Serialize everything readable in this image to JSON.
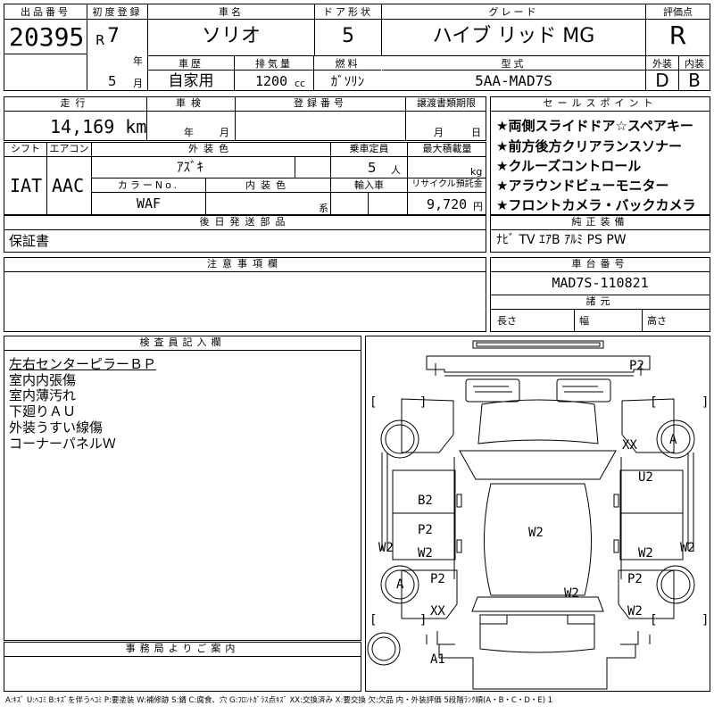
{
  "header": {
    "lot_label": "出品番号",
    "lot_no": "20395",
    "first_reg_label": "初度登録",
    "era": "R",
    "year": "7",
    "year_unit": "年",
    "month": "5",
    "month_unit": "月",
    "name_label": "車名",
    "name": "ソリオ",
    "door_label": "ドア形状",
    "doors": "5",
    "grade_label": "グレード",
    "grade": "ハイブ リッド MG",
    "score_label": "評価点",
    "score": "R",
    "ext_label": "外装",
    "ext": "D",
    "int_label": "内装",
    "int": "B",
    "history_label": "車歴",
    "history": "自家用",
    "disp_label": "排気量",
    "disp": "1200",
    "disp_unit": "cc",
    "fuel_label": "燃料",
    "fuel": "ｶﾞｿﾘﾝ",
    "model_label": "型式",
    "model": "5AA-MAD7S"
  },
  "row2": {
    "mileage_label": "走行",
    "mileage": "14,169 km",
    "inspection_label": "車検",
    "insp_year": "年",
    "insp_month": "月",
    "reg_label": "登録番号",
    "docs_label": "譲渡書類期限",
    "docs_month": "月",
    "docs_day": "日"
  },
  "row3": {
    "shift_label": "シフト",
    "shift": "IAT",
    "ac_label": "エアコン",
    "ac": "AAC",
    "color_label": "外装色",
    "color": "ｱｽﾞｷ",
    "cap_label": "乗車定員",
    "cap": "5",
    "cap_unit": "人",
    "load_label": "最大積載量",
    "load_unit": "kg",
    "colorno_label": "カラーNo.",
    "colorno": "WAF",
    "intcolor_label": "内装色",
    "intcolor_unit": "系",
    "import_label": "輸入車",
    "recycle_label": "リサイクル預託金",
    "recycle": "9,720",
    "recycle_unit": "円"
  },
  "later_parts": {
    "label": "後日発送部品",
    "value": "保証書"
  },
  "notes": {
    "label": "注意事項欄"
  },
  "sales_points": {
    "label": "セールスポイント",
    "items": [
      "★両側スライドドア☆スペアキー",
      "★前方後方クリアランスソナー",
      "★クルーズコントロール",
      "★アラウンドビューモニター",
      "★フロントカメラ・バックカメラ"
    ]
  },
  "equipment": {
    "label": "純正装備",
    "value": "ﾅﾋﾞ TV ｴｱB ｱﾙﾐ PS PW"
  },
  "chassis": {
    "label": "車台番号",
    "value": "MAD7S-110821"
  },
  "dims": {
    "label": "諸元",
    "len": "長さ",
    "wid": "幅",
    "hei": "高さ"
  },
  "inspector": {
    "label": "検査員記入欄",
    "lines": [
      "左右センターピラーＢＰ",
      "室内内張傷",
      "室内薄汚れ",
      "下廻りＡＵ",
      "外装うすい線傷",
      "コーナーパネルＷ"
    ]
  },
  "office": {
    "label": "事務局よりご案内"
  },
  "diagram": {
    "marks": [
      "P2",
      "XX",
      "A",
      "U2",
      "B2",
      "P2",
      "W2",
      "W2",
      "W2",
      "W2",
      "W2",
      "A",
      "P2",
      "P2",
      "W2",
      "XX",
      "W2",
      "A1"
    ],
    "brackets": [
      "[",
      "]",
      "[",
      "]",
      "[",
      "]",
      "[",
      "]"
    ]
  },
  "legend": "A:ｷｽﾞ U:ﾍｺﾐ B:ｷｽﾞを伴うﾍｺﾐ P:要塗装 W:補修跡 S:錆 C:腐食、穴 G:ﾌﾛﾝﾄｶﾞﾗｽ点ｷｽﾞ XX:交換済み X:要交換 欠:欠品 内・外装評価 5段階ﾗﾝｸ順(A・B・C・D・E) 1"
}
